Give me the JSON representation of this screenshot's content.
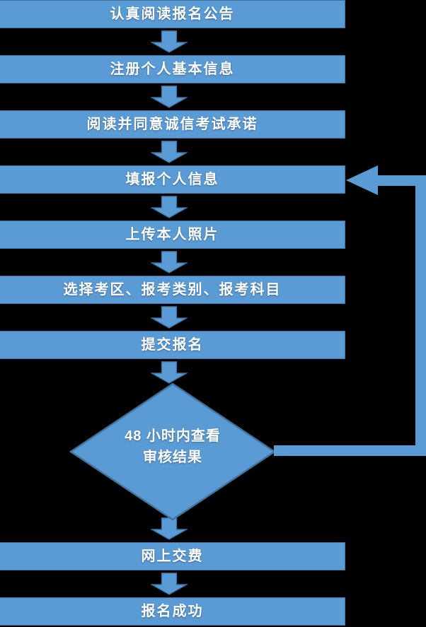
{
  "title": "考试报名流程图",
  "colors": {
    "background": "#000000",
    "shape_fill": "#5B9BD5",
    "shape_border": "#41719C",
    "text": "#FFFFFF"
  },
  "flow": {
    "steps": [
      {
        "label": "认真阅读报名公告"
      },
      {
        "label": "注册个人基本信息"
      },
      {
        "label": "阅读并同意诚信考试承诺"
      },
      {
        "label": "填报个人信息"
      },
      {
        "label": "上传本人照片"
      },
      {
        "label": "选择考区、报考类别、报考科目"
      },
      {
        "label": "提交报名"
      },
      {
        "label": "网上交费"
      },
      {
        "label": "报名成功"
      }
    ],
    "decision": {
      "line1": "48 小时内查看",
      "line2": "审核结果"
    },
    "feedback_loop": "审核结果 → 填报个人信息"
  }
}
